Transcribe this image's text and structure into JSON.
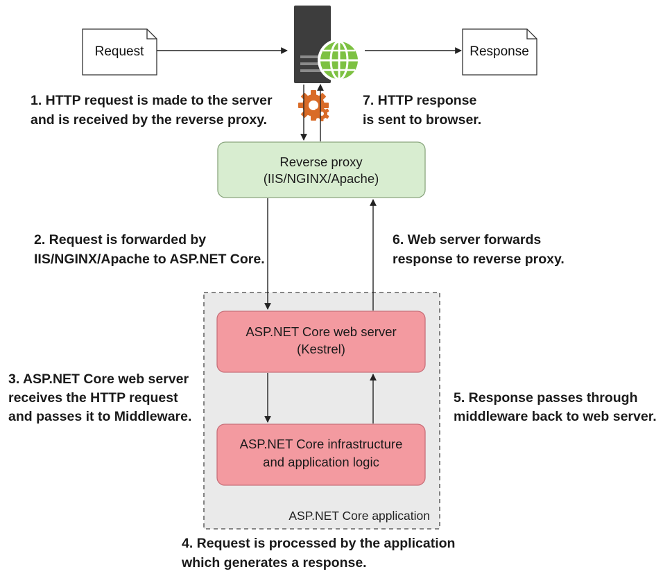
{
  "request_doc": "Request",
  "response_doc": "Response",
  "reverse_proxy": {
    "line1": "Reverse proxy",
    "line2": "(IIS/NGINX/Apache)"
  },
  "web_server": {
    "line1": "ASP.NET Core web server",
    "line2": "(Kestrel)"
  },
  "infrastructure": {
    "line1": "ASP.NET Core infrastructure",
    "line2": "and application logic"
  },
  "app_container_label": "ASP.NET Core application",
  "steps": {
    "step1": [
      "1. HTTP request is made to the server",
      "and is received by the reverse proxy."
    ],
    "step2": [
      "2. Request is forwarded by",
      "IIS/NGINX/Apache to ASP.NET Core."
    ],
    "step3": [
      "3. ASP.NET Core web server",
      "receives the HTTP request",
      "and passes it to Middleware."
    ],
    "step4": [
      "4. Request is processed by the application",
      "which generates a response."
    ],
    "step5": [
      "5. Response passes through",
      "middleware back to web server."
    ],
    "step6": [
      "6. Web server forwards",
      "response to reverse proxy."
    ],
    "step7": [
      "7. HTTP response",
      "is sent to browser."
    ]
  },
  "colors": {
    "proxy_fill": "#d8edd0",
    "proxy_stroke": "#8aa67e",
    "aspnet_fill": "#f39aa0",
    "aspnet_stroke": "#c8707a",
    "container_fill": "#eaeaea",
    "server_body": "#3d3d3d",
    "globe": "#7dc142",
    "gear": "#d96b27"
  },
  "icons": {
    "server": "server-icon",
    "globe": "globe-icon",
    "gear": "gear-icon"
  }
}
